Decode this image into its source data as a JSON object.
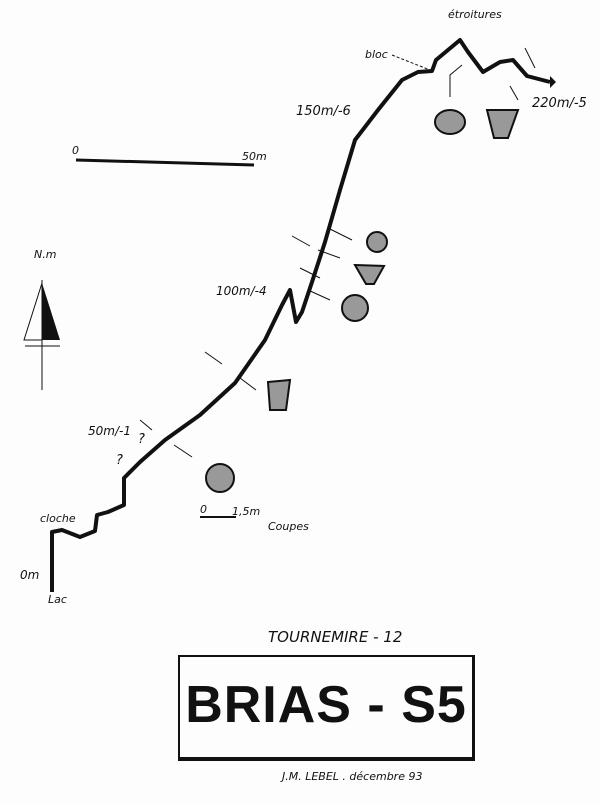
{
  "labels": {
    "etroitures": "étroitures",
    "bloc": "bloc",
    "station_220": "220m/-5",
    "station_150": "150m/-6",
    "station_100": "100m/-4",
    "station_50": "50m/-1",
    "station_0": "0m",
    "lac": "Lac",
    "cloche": "cloche",
    "question_1": "?",
    "question_2": "?",
    "north": "N.m"
  },
  "scale_bar": {
    "start": "0",
    "end": "50m"
  },
  "section_scale": {
    "start": "0",
    "end": "1,5m",
    "caption": "Coupes"
  },
  "title": {
    "region": "TOURNEMIRE - 12",
    "name": "BRIAS - S5",
    "author": "J.M. LEBEL . décembre 93"
  }
}
